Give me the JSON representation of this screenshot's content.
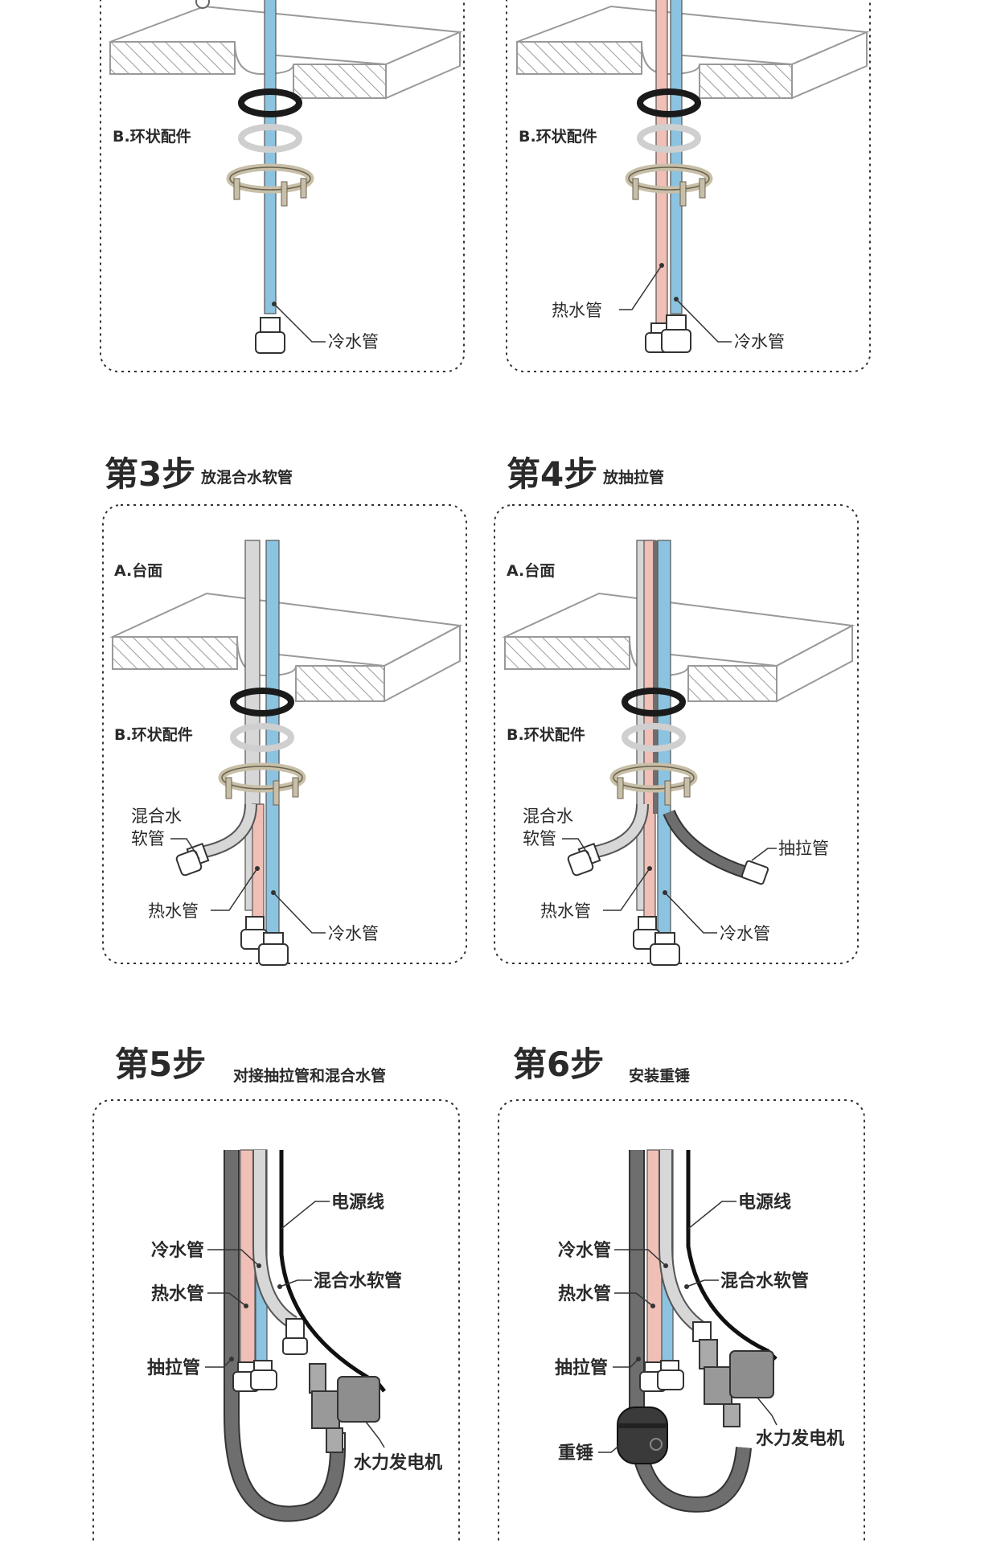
{
  "colors": {
    "cold_pipe": "#8cc3e0",
    "hot_pipe": "#f0bfb6",
    "mixed_pipe": "#d7d7d7",
    "pull_hose": "#6e6e6e",
    "ring_black": "#1a1a1a",
    "ring_grey": "#cfcfcf",
    "bracket": "#c8bfa8",
    "box_border": "#333333"
  },
  "steps": [
    {
      "id": "step-1",
      "title_big": "",
      "title_small": "",
      "labels": {
        "ring": "B.环状配件",
        "cold": "冷水管"
      }
    },
    {
      "id": "step-2",
      "title_big": "",
      "title_small": "",
      "labels": {
        "ring": "B.环状配件",
        "hot": "热水管",
        "cold": "冷水管"
      }
    },
    {
      "id": "step-3",
      "title_big": "第3步",
      "title_small": "放混合水软管",
      "labels": {
        "counter": "A.台面",
        "ring": "B.环状配件",
        "mixed_1": "混合水",
        "mixed_2": "软管",
        "hot": "热水管",
        "cold": "冷水管"
      }
    },
    {
      "id": "step-4",
      "title_big": "第4步",
      "title_small": "放抽拉管",
      "labels": {
        "counter": "A.台面",
        "ring": "B.环状配件",
        "mixed_1": "混合水",
        "mixed_2": "软管",
        "pull": "抽拉管",
        "hot": "热水管",
        "cold": "冷水管"
      }
    },
    {
      "id": "step-5",
      "title_big": "第5步",
      "title_small": "对接抽拉管和混合水管",
      "labels": {
        "power": "电源线",
        "cold": "冷水管",
        "hot": "热水管",
        "mixed": "混合水软管",
        "pull": "抽拉管",
        "generator": "水力发电机"
      }
    },
    {
      "id": "step-6",
      "title_big": "第6步",
      "title_small": "安装重锤",
      "labels": {
        "power": "电源线",
        "cold": "冷水管",
        "hot": "热水管",
        "mixed": "混合水软管",
        "pull": "抽拉管",
        "weight": "重锤",
        "generator": "水力发电机"
      }
    }
  ]
}
